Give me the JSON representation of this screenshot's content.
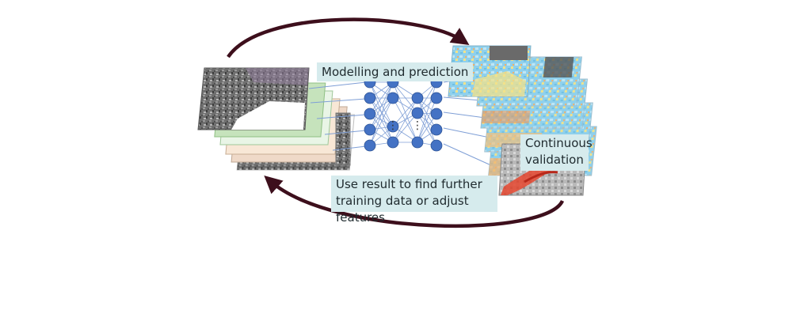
{
  "diagram": {
    "labels": {
      "modelling": "Modelling and prediction",
      "continuous_line1": "Continuous",
      "continuous_line2": "validation",
      "feedback_line1": "Use result to find further",
      "feedback_line2": "training data or adjust features"
    },
    "network": {
      "layer_sizes": [
        5,
        4,
        3,
        5
      ],
      "ellipsis_layers": [
        1,
        2
      ],
      "ellipsis_symbol": "⋮",
      "node_color": "#4472c4",
      "edge_color": "#7f9fd6"
    },
    "colors": {
      "cycle_arrow": "#3d0f1c",
      "label_background": "#d6ebed",
      "input_layer_tints": [
        "#e9f5e6",
        "#f8e7d6",
        "#efd9c8",
        "#d9ece0",
        "#ffffff"
      ],
      "output_layer_base": "#8fd0ec"
    },
    "icons": {
      "input_stack": "satellite-image-stack",
      "output_stack": "prediction-map-stack",
      "validation_map": "terrain-validation-map",
      "top_arrow": "curved-arrow-right",
      "bottom_arrow": "curved-arrow-left"
    }
  }
}
